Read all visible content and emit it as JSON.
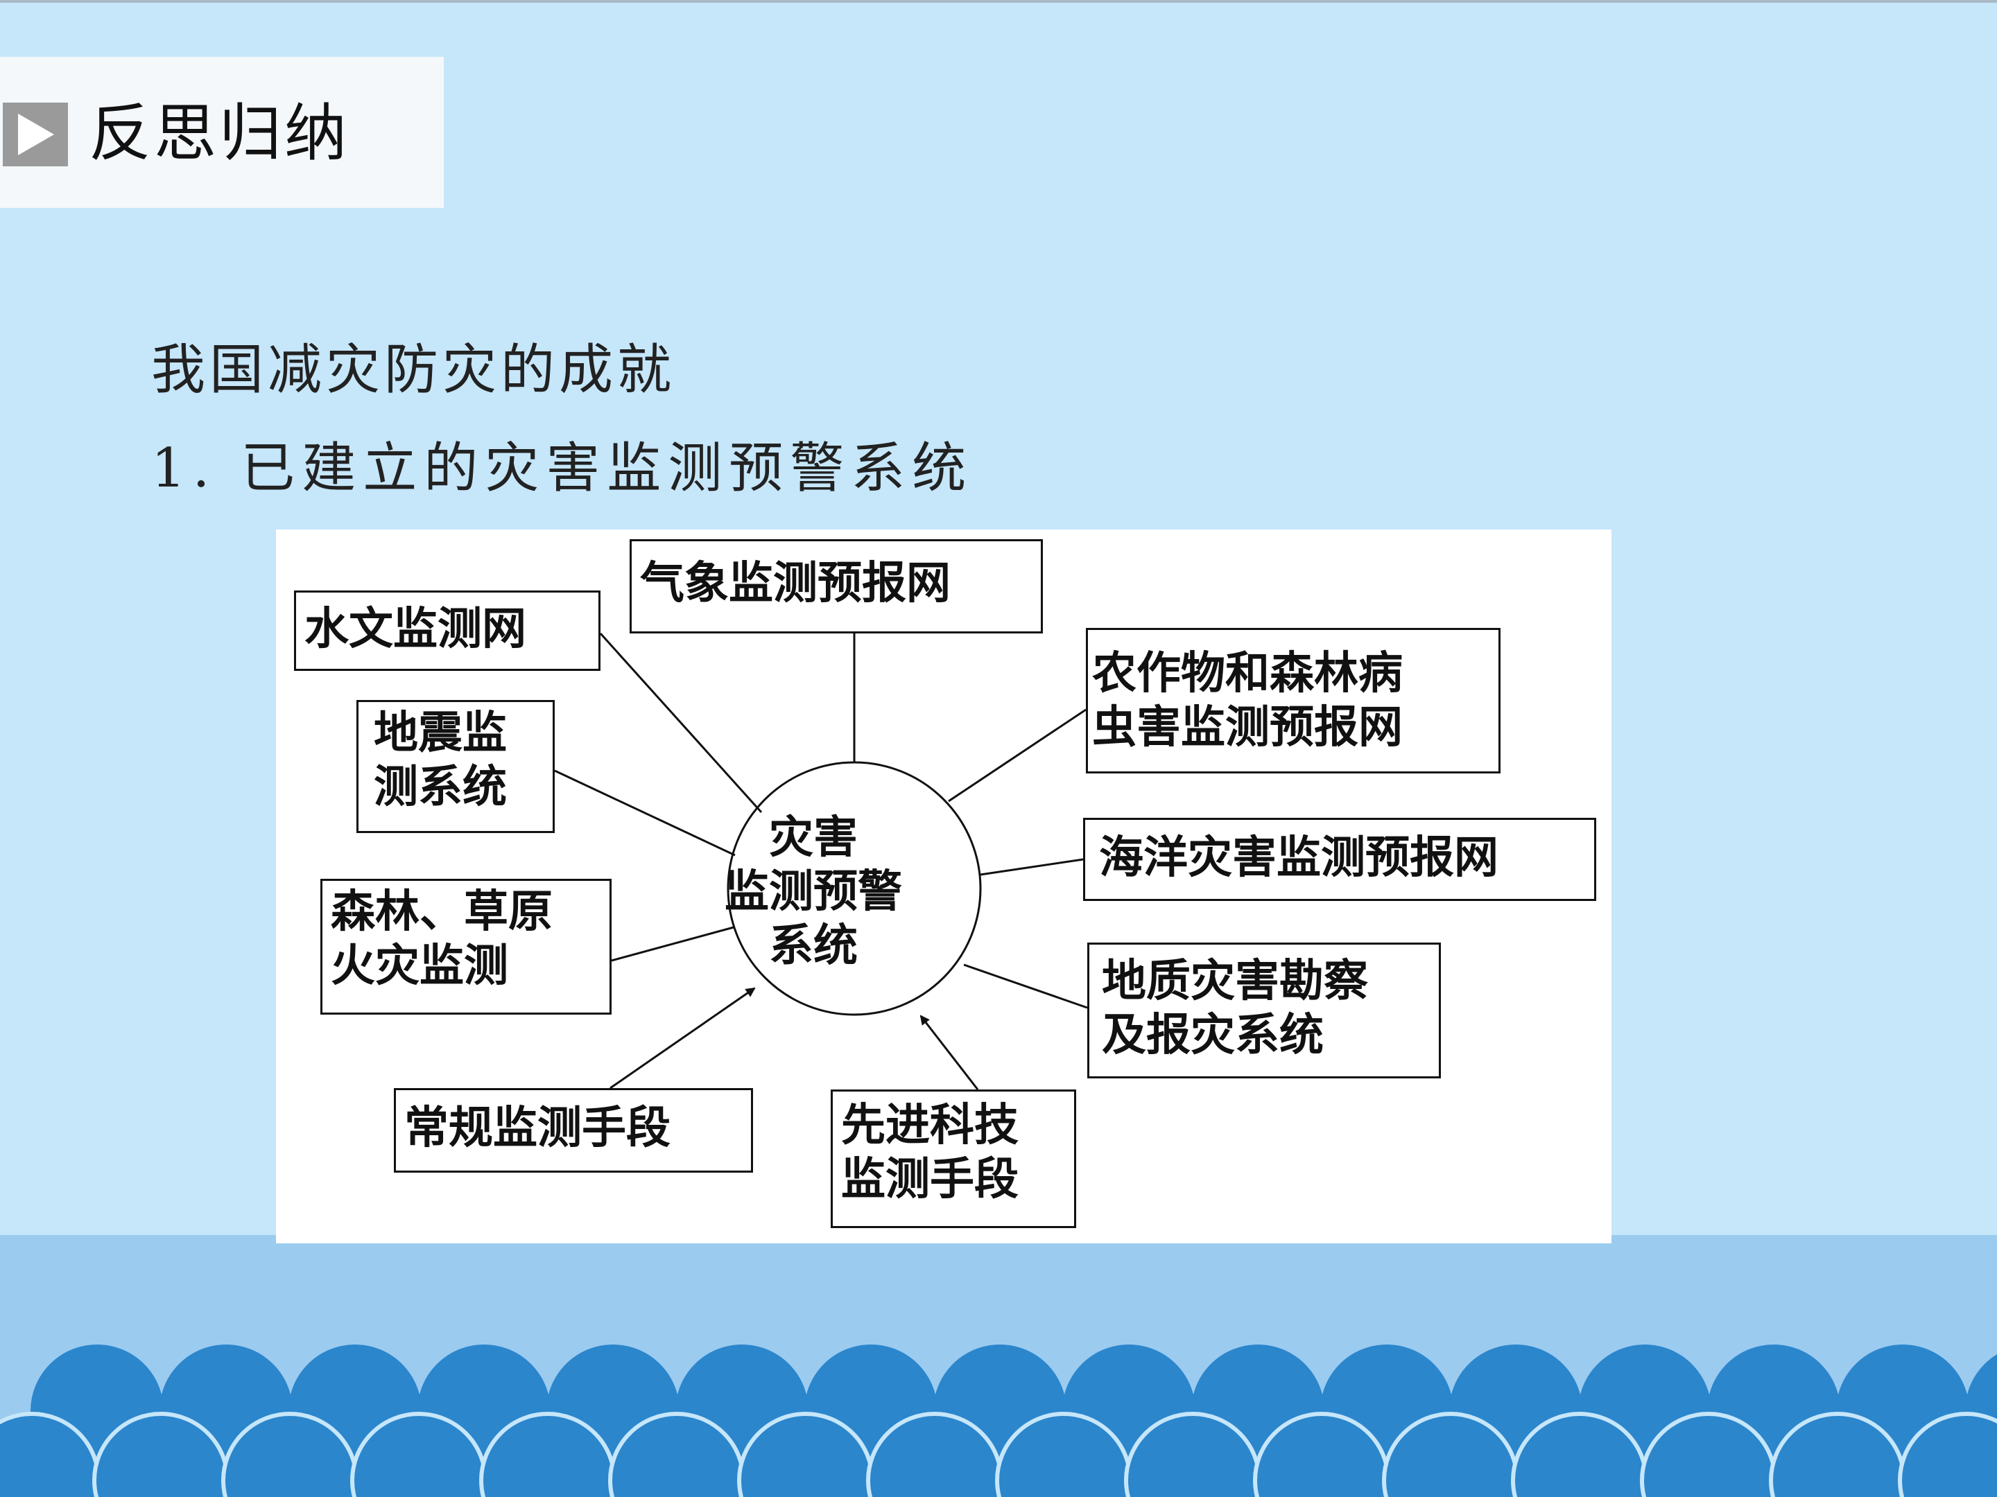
{
  "header": {
    "title": "反思归纳"
  },
  "content": {
    "heading": "我国减灾防灾的成就",
    "item1": "1. 已建立的灾害监测预警系统"
  },
  "diagram": {
    "center": "灾害\n监测预警\n系统",
    "nodes": {
      "meteorology": "气象监测预报网",
      "hydrology": "水文监测网",
      "earthquake": "地震监\n测系统",
      "forest_fire": "森林、草原\n火灾监测",
      "crop_pest": "农作物和森林病\n虫害监测预报网",
      "marine": "海洋灾害监测预报网",
      "geological": "地质灾害勘察\n及报灾系统",
      "conventional": "常规监测手段",
      "advanced": "先进科技\n监测手段"
    }
  },
  "colors": {
    "background": "#c6e6fa",
    "band": "#9ccbf0",
    "wave": "#2b86cc"
  }
}
